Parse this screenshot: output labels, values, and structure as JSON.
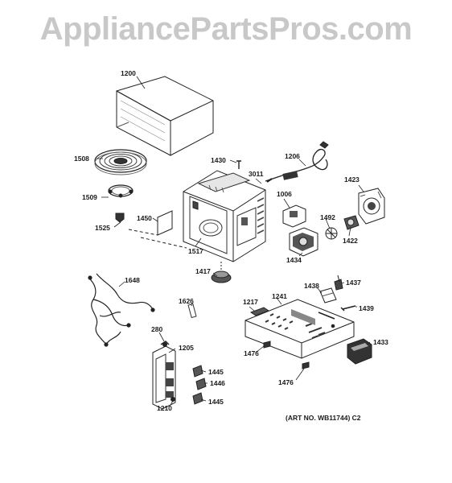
{
  "watermark": "AppliancePartsPros.com",
  "art_number": "(ART NO. WB11744) C2",
  "parts": {
    "p1200": "1200",
    "p1508": "1508",
    "p1509": "1509",
    "p1525": "1525",
    "p1430": "1430",
    "p3011": "3011",
    "p1206": "1206",
    "p1423": "1423",
    "p1006": "1006",
    "p1450": "1450",
    "p1492": "1492",
    "p1422": "1422",
    "p1517": "1517",
    "p1434": "1434",
    "p1648": "1648",
    "p1417": "1417",
    "p1438": "1438",
    "p1437": "1437",
    "p1626": "1626",
    "p1217": "1217",
    "p1241": "1241",
    "p1439": "1439",
    "p280": "280",
    "p1205": "1205",
    "p1476a": "1476",
    "p1433": "1433",
    "p1445a": "1445",
    "p1446": "1446",
    "p1476b": "1476",
    "p1210": "1210",
    "p1445b": "1445"
  }
}
